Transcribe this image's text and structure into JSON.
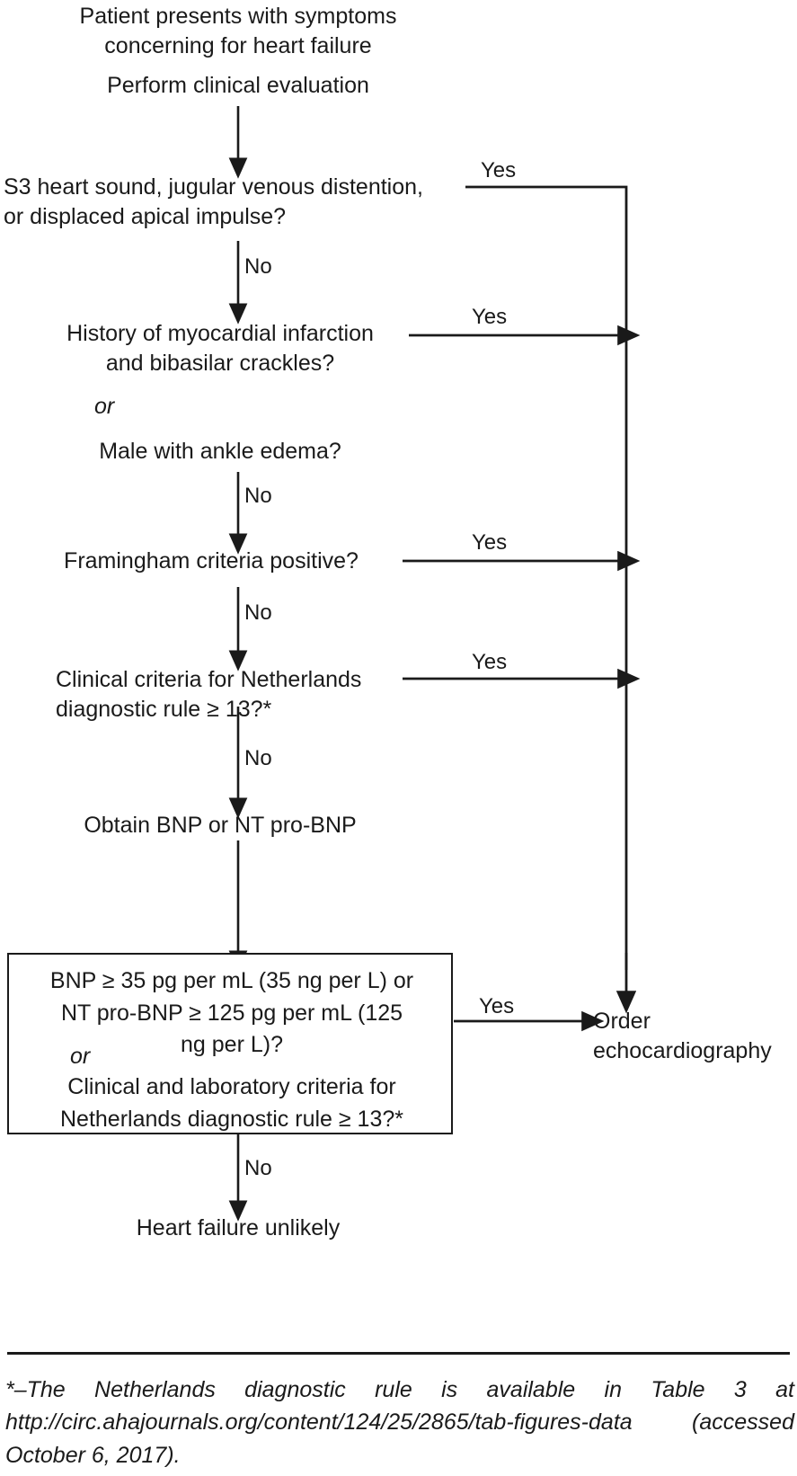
{
  "diagram": {
    "title": "Heart failure diagnostic algorithm",
    "type": "flowchart",
    "nodes": {
      "start": "Patient presents with symptoms\nconcerning for heart failure",
      "evaluate": "Perform clinical evaluation",
      "decision1": "S3 heart sound, jugular venous distention,\nor displaced apical impulse?",
      "decision2_a": "History of myocardial infarction\nand bibasilar crackles?",
      "decision2_or": "or",
      "decision2_b": "Male with ankle edema?",
      "decision3": "Framingham criteria positive?",
      "decision4": "Clinical criteria for Netherlands\ndiagnostic rule ≥ 13?*",
      "obtain": "Obtain BNP or NT pro-BNP",
      "boxed_a": "BNP ≥ 35 pg per mL (35 ng per L) or\n   NT pro-BNP ≥ 125 pg per mL (125\n   ng per L)?",
      "boxed_or": "or",
      "boxed_b": "Clinical and laboratory criteria for\n   Netherlands diagnostic rule ≥ 13?*",
      "outcome_yes": "Order\nechocardiography",
      "outcome_no": "Heart failure unlikely"
    },
    "edge_labels": {
      "yes1": "Yes",
      "no1": "No",
      "yes2": "Yes",
      "no2": "No",
      "yes3": "Yes",
      "no3": "No",
      "yes4": "Yes",
      "no4": "No",
      "yes5": "Yes",
      "no5": "No"
    },
    "footnote": "*–The Netherlands diagnostic rule is available in Table 3 at http://circ.ahajournals.org/content/124/25/2865/tab-figures-data (accessed October 6, 2017).",
    "colors": {
      "ink": "#1a1a1a",
      "background": "#ffffff"
    }
  }
}
